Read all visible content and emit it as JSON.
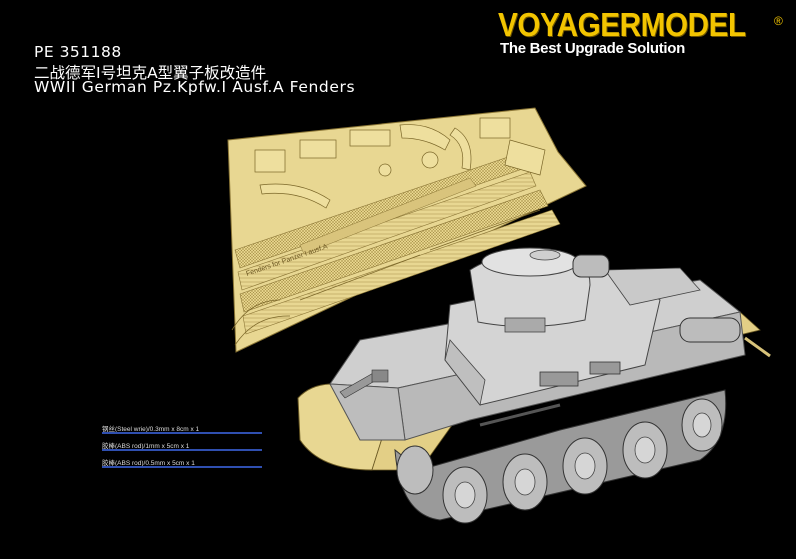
{
  "brand": {
    "name": "VOYAGERMODEL",
    "registered": "®",
    "slogan": "The Best Upgrade Solution"
  },
  "product": {
    "code": "PE 351188",
    "title_cn": "二战德军I号坦克A型翼子板改造件",
    "title_en": "WWII German Pz.Kpfw.I Ausf.A Fenders",
    "fret_label": "Fenders for Panzer I ausf.A"
  },
  "specs": [
    {
      "text": "钢丝(Steel wrie)/0.3mm x 8cm x 1"
    },
    {
      "text": "胶棒(ABS rod)/1mm x 5cm x 1"
    },
    {
      "text": "胶棒(ABS rod)/0.5mm x 5cm x 1"
    }
  ],
  "colors": {
    "background": "#000000",
    "brand_yellow": "#f2c400",
    "brass": "#e8d792",
    "tank_grey": "#c6c6c6",
    "spec_bar": "#2f4fb0"
  }
}
